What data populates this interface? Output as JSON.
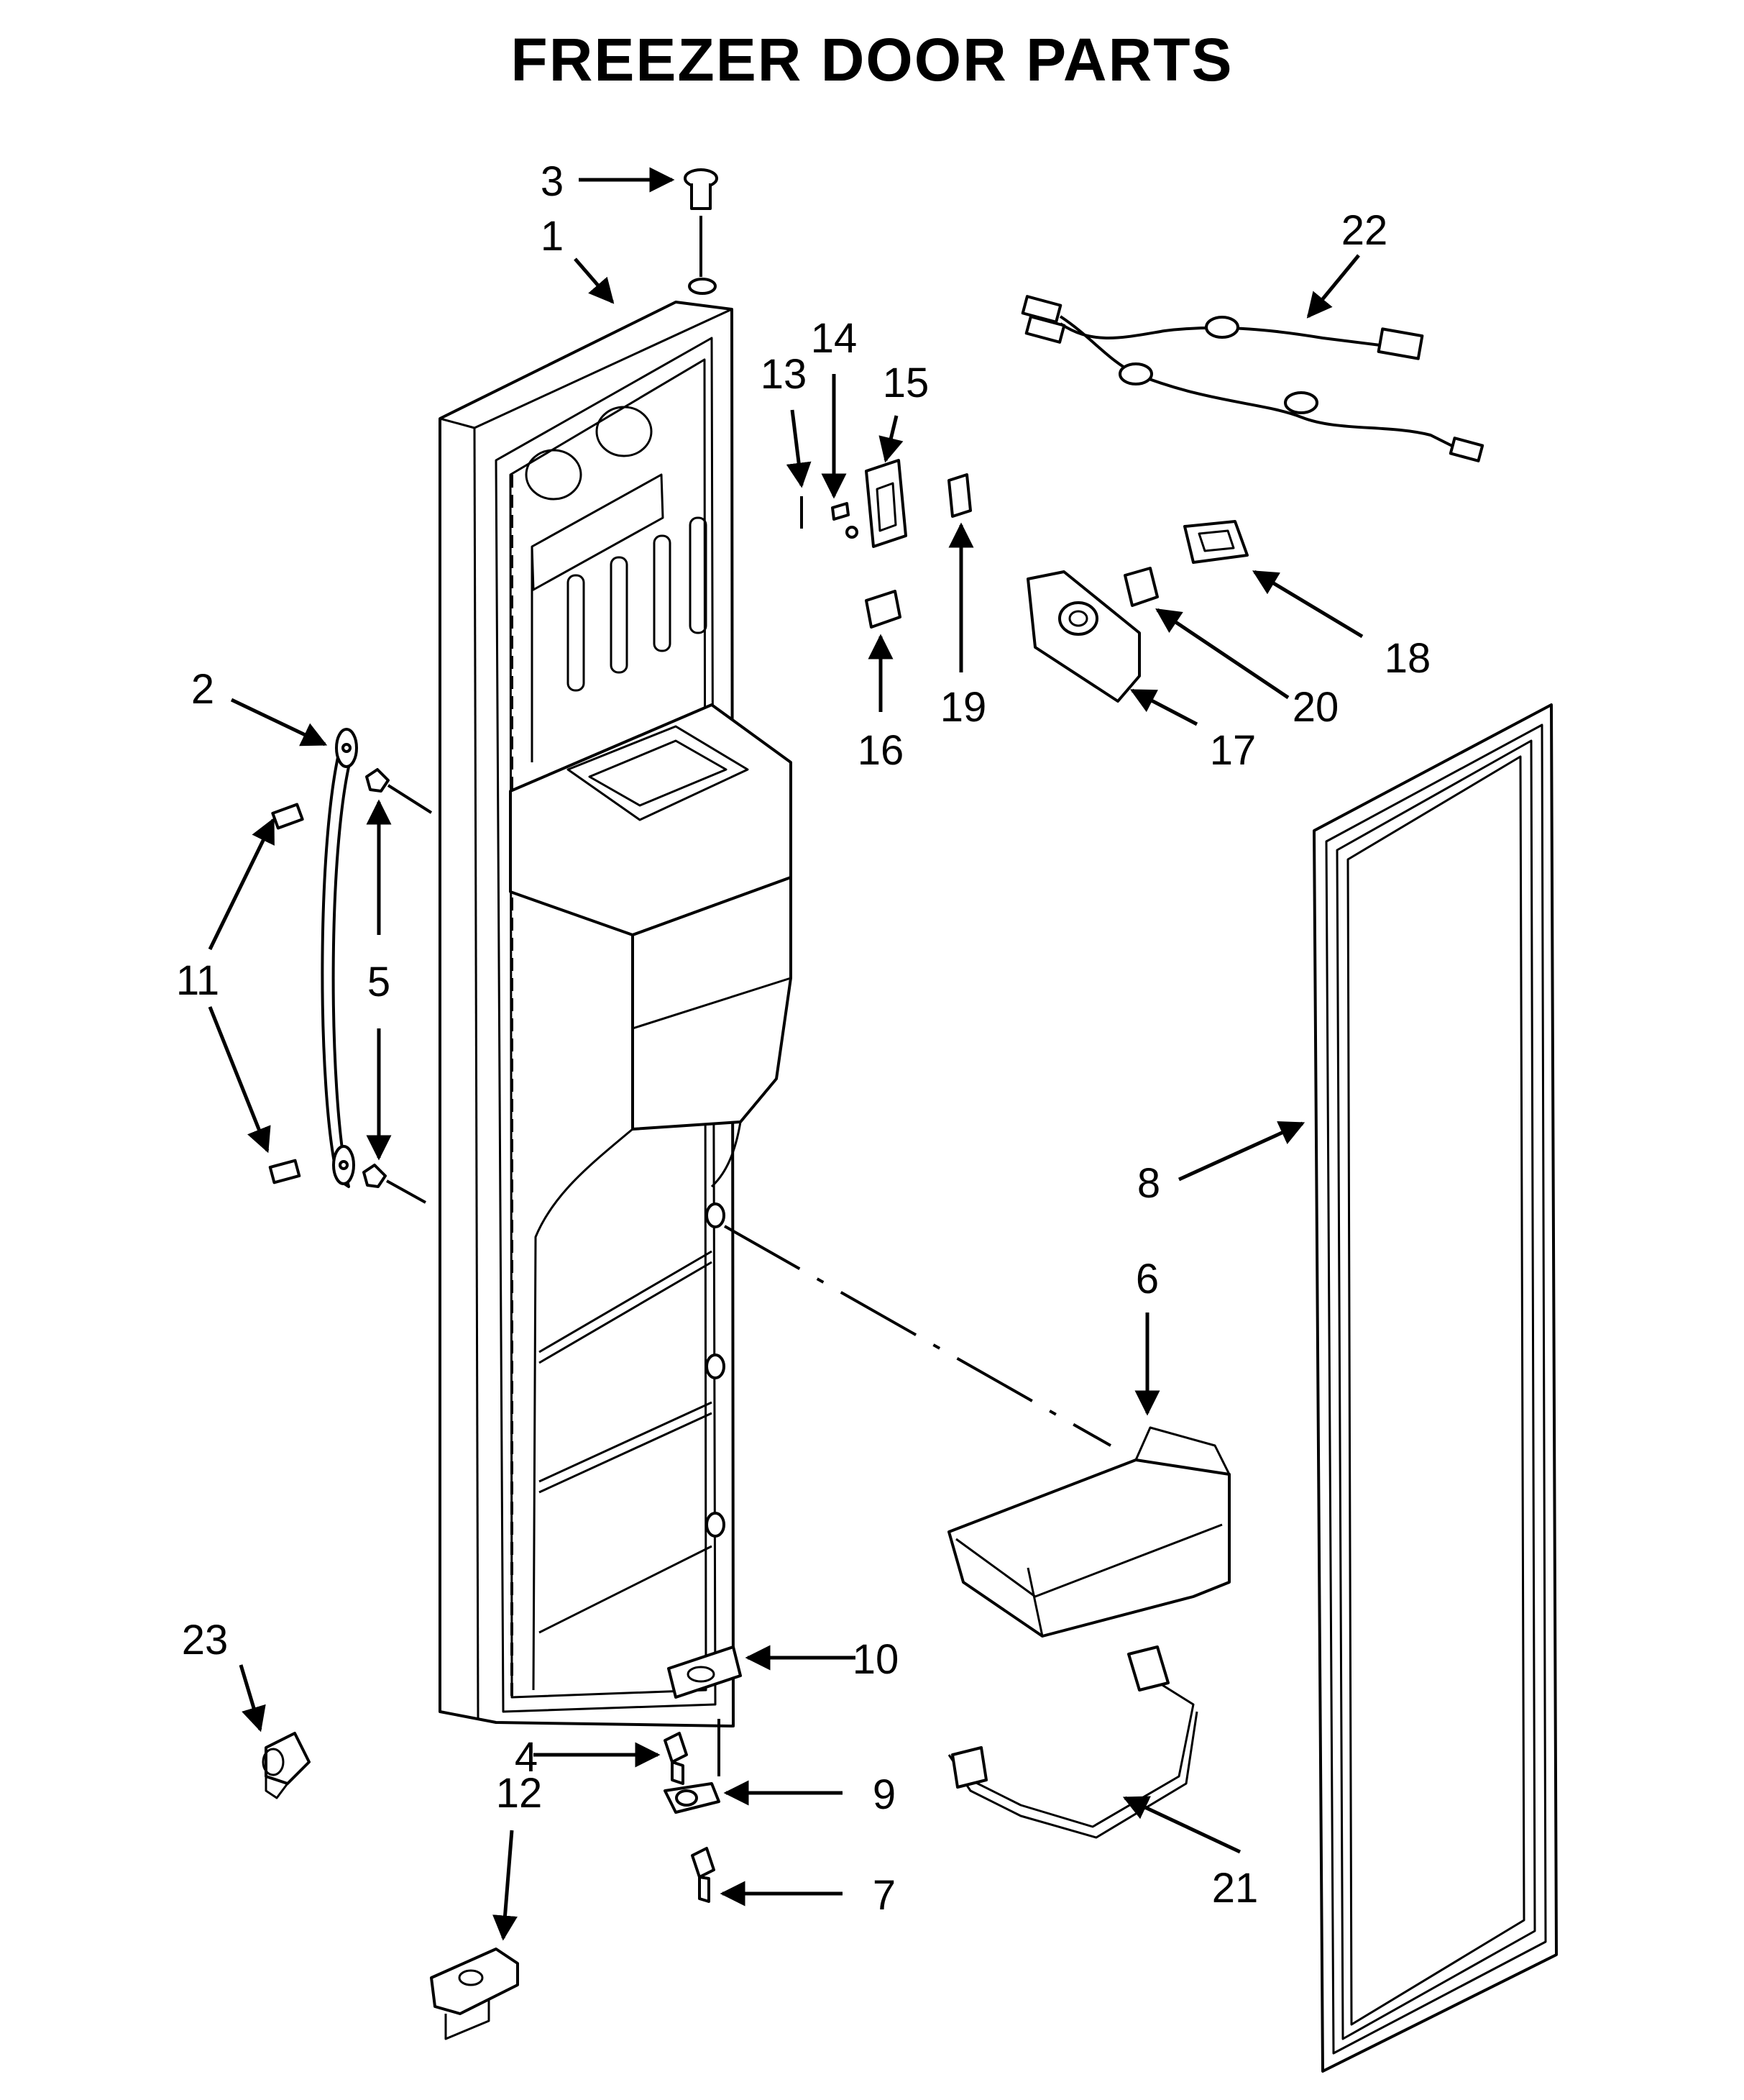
{
  "title": "FREEZER DOOR PARTS",
  "callouts": [
    "1",
    "2",
    "3",
    "4",
    "5",
    "6",
    "7",
    "8",
    "9",
    "10",
    "11",
    "12",
    "13",
    "14",
    "15",
    "16",
    "17",
    "18",
    "19",
    "20",
    "21",
    "22",
    "23"
  ]
}
